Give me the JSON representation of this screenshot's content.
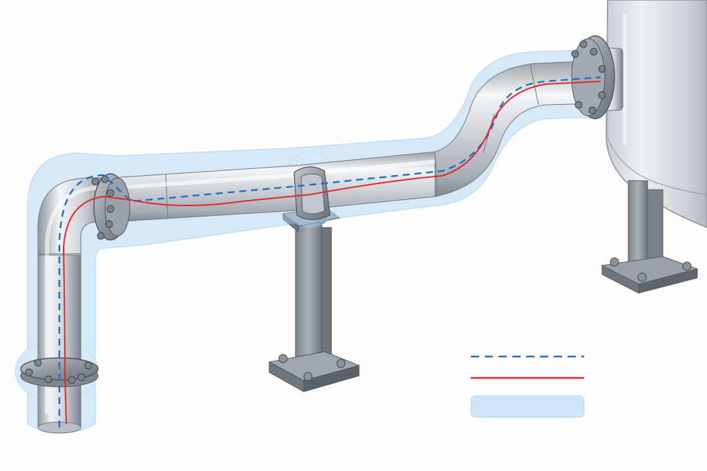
{
  "colors": {
    "background": "#fdfdfd",
    "envelope_fill": "#a9d3f5",
    "envelope_stroke": "#7fb6e6",
    "pipe_mid": "#d6dadf",
    "pipe_dark": "#8d949c",
    "pipe_light": "#f6f8fa",
    "steel": "#9aa1a9",
    "steel_dark": "#5f666e",
    "nominal_line": "#1f6fc9",
    "deflected_line": "#e2282a"
  },
  "legend": {
    "items": [
      {
        "key": "nominal",
        "style": "dashed",
        "color": "#1f6fc9",
        "label": ""
      },
      {
        "key": "deflected",
        "style": "solid",
        "color": "#e2282a",
        "label": ""
      },
      {
        "key": "envelope",
        "style": "swatch",
        "color": "#a9d3f5",
        "label": ""
      }
    ]
  },
  "components": {
    "pipe": "steel-pipe-run",
    "flanges": 4,
    "supports": 1,
    "vessel": "storage-tank"
  }
}
